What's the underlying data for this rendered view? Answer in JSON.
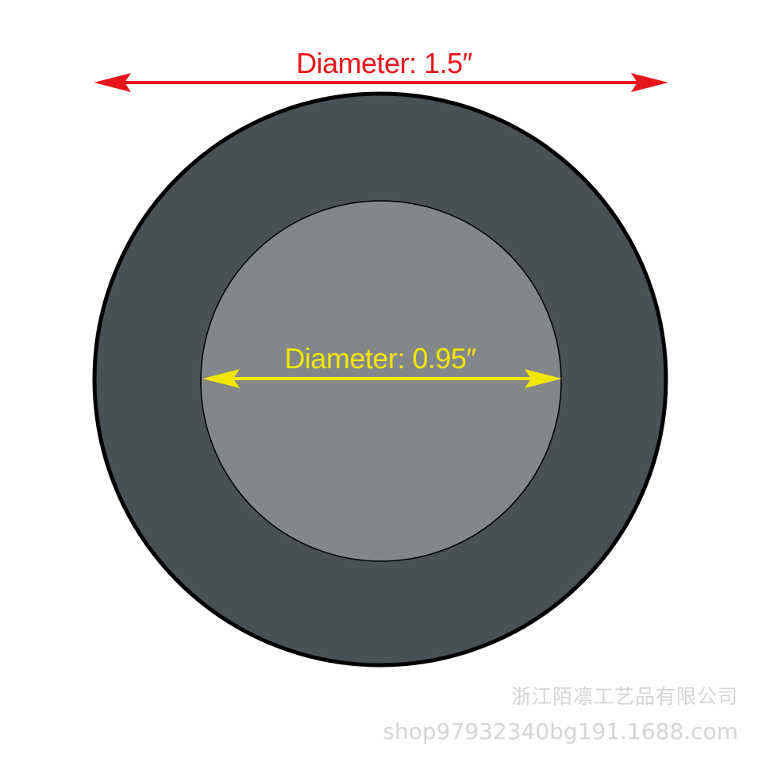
{
  "outer": {
    "label": "Diameter: 1.5″",
    "color": "#e8141b",
    "fill": "#4a5155"
  },
  "inner": {
    "label": "Diameter: 0.95″",
    "color": "#f2e600",
    "fill": "#848789"
  },
  "watermark": {
    "company": "浙江陌凛工艺品有限公司",
    "shop": "shop97932340bg191.1688.com"
  }
}
